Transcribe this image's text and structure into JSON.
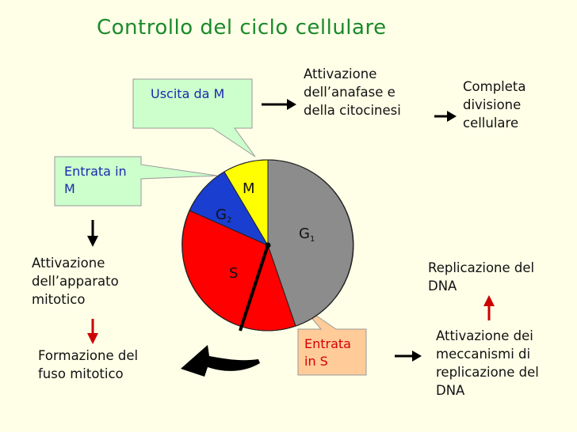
{
  "title": "Controllo del ciclo cellulare",
  "callouts": {
    "exit_m": "Uscita da M",
    "entry_m_line1": "Entrata in",
    "entry_m_line2": "M",
    "entry_s_line1": "Entrata",
    "entry_s_line2": "in S"
  },
  "phases": {
    "m": "M",
    "g2": "G",
    "g2_sub": "2",
    "g1": "G",
    "g1_sub": "1",
    "s": "S"
  },
  "texts": {
    "anafase_1": "Attivazione",
    "anafase_2": "dell’anafase e",
    "anafase_3": "della citocinesi",
    "completa_1": "Completa",
    "completa_2": "divisione",
    "completa_3": "cellulare",
    "apparato_1": "Attivazione",
    "apparato_2": "dell’apparato",
    "apparato_3": "mitotico",
    "fuso_1": "Formazione del",
    "fuso_2": "fuso mitotico",
    "replicazione_1": "Replicazione del",
    "replicazione_2": "DNA",
    "meccanismi_1": "Attivazione dei",
    "meccanismi_2": "meccanismi di",
    "meccanismi_3": "replicazione del",
    "meccanismi_4": "DNA"
  },
  "colors": {
    "g1": "#8c8c8c",
    "s": "#ff0000",
    "g2": "#1a3ed0",
    "m": "#ffff00",
    "callout_green": "#ccffcc",
    "callout_orange": "#ffcc99",
    "title": "#1a8a2a"
  }
}
